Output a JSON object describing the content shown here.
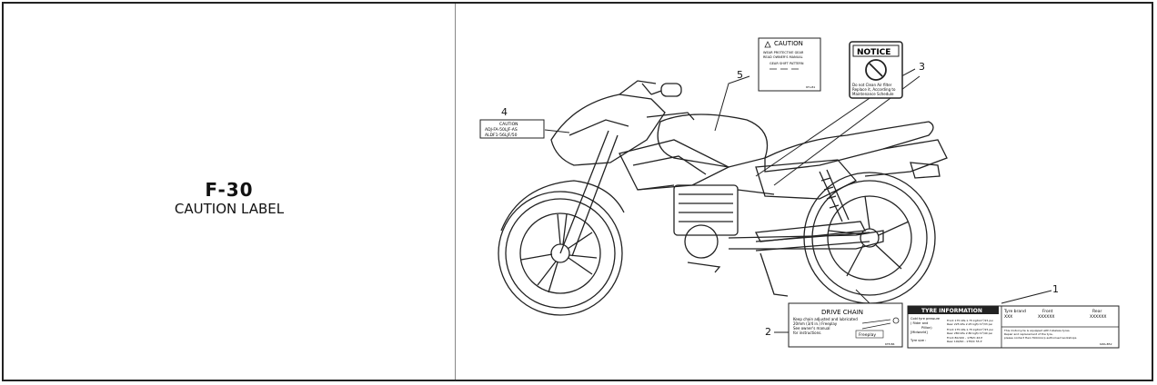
{
  "figure": {
    "id": "F-30",
    "title": "CAUTION LABEL"
  },
  "callouts": [
    "1",
    "2",
    "3",
    "4",
    "5"
  ],
  "labels": {
    "caution": {
      "header": "CAUTION",
      "line1": "WEAR PROTECTIVE GEAR",
      "line2": "READ OWNER'S MANUAL",
      "shift": "GEAR SHIFT PATTERN",
      "code": "6TL-B1"
    },
    "notice": {
      "header": "NOTICE",
      "text1": "Do not Clean Air filter",
      "text2": "Replace it, According to",
      "text3": "Maintenance Schedule"
    },
    "fork": {
      "line1": "CAUTION",
      "line2": "ADJ-FA-50LJF-AS",
      "line3": "ALDF1-56LJF/50"
    },
    "drive_chain": {
      "title": "DRIVE CHAIN",
      "line1": "Keep chain adjusted and lubricated",
      "line2": "20mm (3/4 in.) Freeplay",
      "line3": "See owner's manual",
      "line4": "for instructions.",
      "freeplay": "Freeplay",
      "code": "KTE-B6"
    },
    "tyre": {
      "title": "TYRE INFORMATION",
      "brand_label": "Tyre brand",
      "front_label": "Front",
      "rear_label": "Rear",
      "brand": "XXX",
      "front": "XXXXXX",
      "rear": "XXXXXX",
      "cold": "Cold tyre pressure",
      "rider": "( Rider and",
      "pillion": "Pillion)",
      "midworld": "[Midworld]",
      "size": "Tyre size :",
      "front_psi": "Front 175 kPa 1.75 kgf/cm²/25 psi",
      "rear_psi": "Rear 225 kPa 2.25 kgf/cm²/33 psi",
      "front_psi2": "Front 175 kPa 1.75 kgf/cm²/25 psi",
      "rear_psi2": "Rear 280 kPa 2.80 kgf/cm²/40 psi",
      "front_size": "Front 80/100 - 17M/C 46 P",
      "rear_size": "Rear 100/90 - 17M/C 55 P",
      "note1": "This motorcycle is equipped with tubeless tyres.",
      "note2": "Repair and replacement of the tyre,",
      "note3": "please contact Hero MotoCorp authorised workshops",
      "code": "KWA-B52"
    }
  }
}
